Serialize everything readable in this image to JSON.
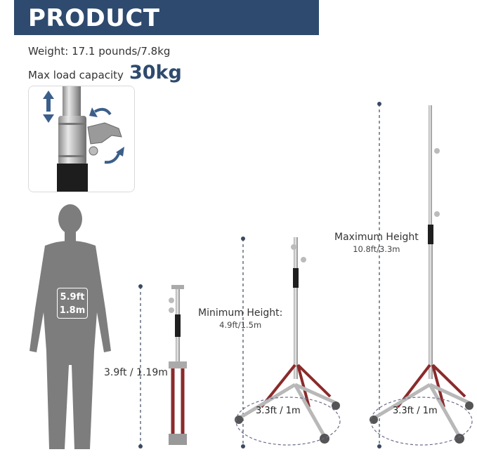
{
  "banner": {
    "title": "PRODUCT DIMENSION"
  },
  "specs": {
    "weight": "Weight: 17.1 pounds/7.8kg",
    "load_label": "Max load capacity",
    "load_value": "30kg"
  },
  "person": {
    "height_ft": "5.9ft",
    "height_m": "1.8m"
  },
  "stands": {
    "folded": {
      "height": "3.9ft / 1.19m"
    },
    "minimum": {
      "title": "Minimum Height:",
      "value": "4.9ft/1.5m",
      "base": "3.3ft / 1m"
    },
    "maximum": {
      "title": "Maximum Height",
      "value": "10.8ft/3.3m",
      "base": "3.3ft / 1m"
    }
  },
  "colors": {
    "banner": "#2e4a6e",
    "accent": "#2e4a6e",
    "leg_red": "#8b2a2a",
    "person_gray": "#7d7d7d",
    "chrome": "#c8c8c8"
  }
}
